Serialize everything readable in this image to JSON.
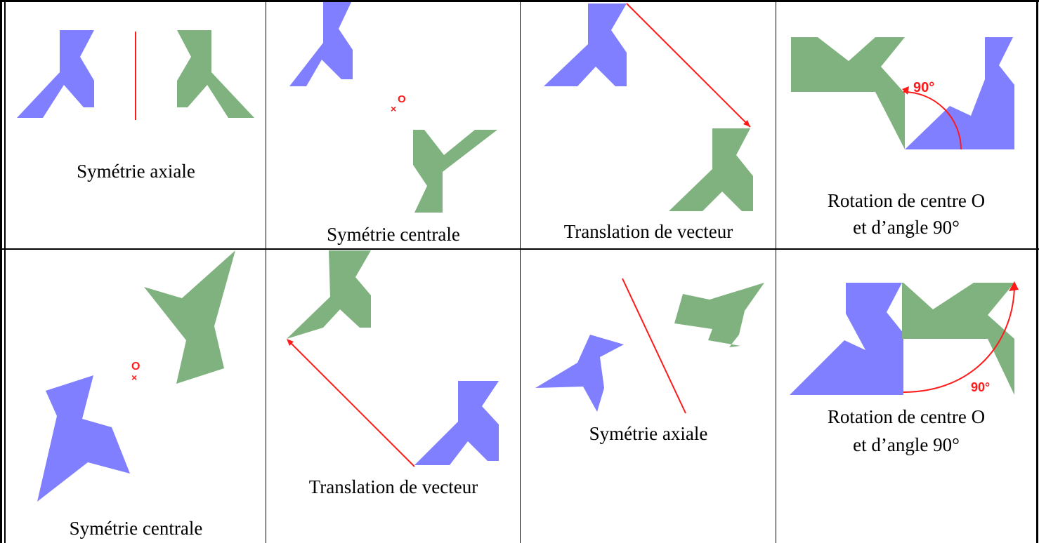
{
  "cells": [
    {
      "caption": [
        "Symétrie axiale"
      ]
    },
    {
      "caption": [
        "Symétrie centrale"
      ],
      "center_label": "O"
    },
    {
      "caption": [
        "Translation de vecteur"
      ]
    },
    {
      "caption": [
        "Rotation de centre O",
        "et d’angle 90°"
      ],
      "angle_label": "90°"
    },
    {
      "caption": [
        "Symétrie centrale"
      ],
      "center_label": "O"
    },
    {
      "caption": [
        "Translation de vecteur"
      ]
    },
    {
      "caption": [
        "Symétrie axiale"
      ]
    },
    {
      "caption": [
        "Rotation de centre O",
        "et d’angle 90°"
      ],
      "angle_label": "90°"
    }
  ],
  "colors": {
    "original": "#7f7fff",
    "image": "#80b280",
    "construction": "#ff1a1a",
    "border": "#000000"
  }
}
